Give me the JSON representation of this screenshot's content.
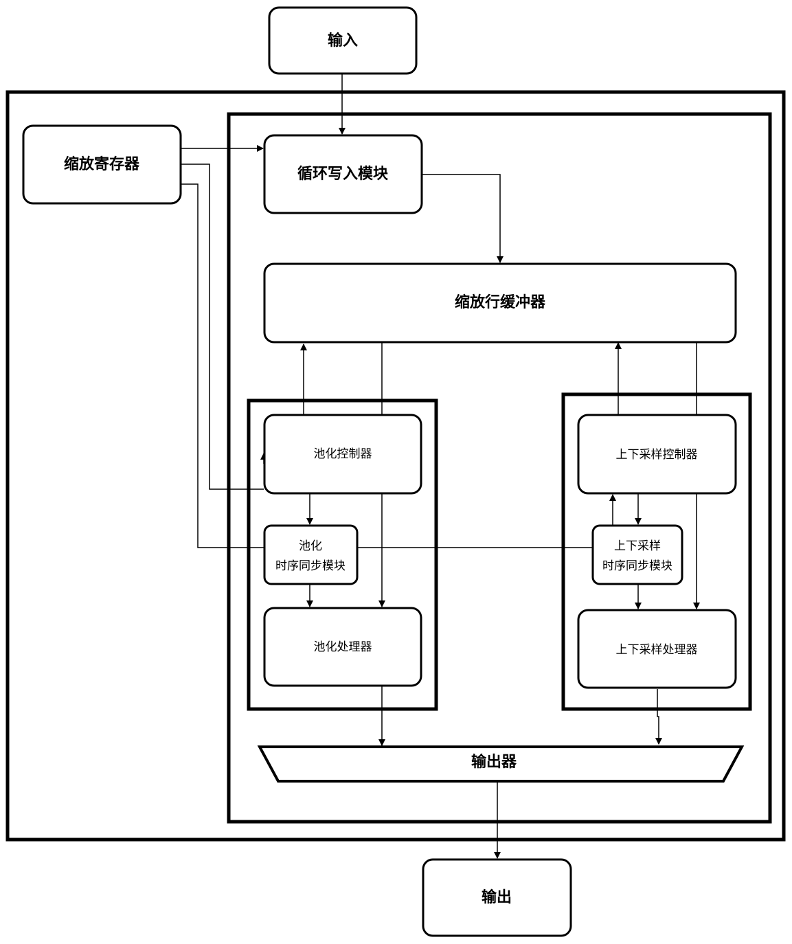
{
  "diagram": {
    "input": "输入",
    "output": "输出",
    "scale_register": "缩放寄存器",
    "cyclic_write_module": "循环写入模块",
    "scale_line_buffer": "缩放行缓冲器",
    "pooling": {
      "controller": "池化控制器",
      "timing_sync_line1": "池化",
      "timing_sync_line2": "时序同步模块",
      "processor": "池化处理器"
    },
    "resampling": {
      "controller": "上下采样控制器",
      "timing_sync_line1": "上下采样",
      "timing_sync_line2": "时序同步模块",
      "processor": "上下采样处理器"
    },
    "outputter": "输出器"
  }
}
